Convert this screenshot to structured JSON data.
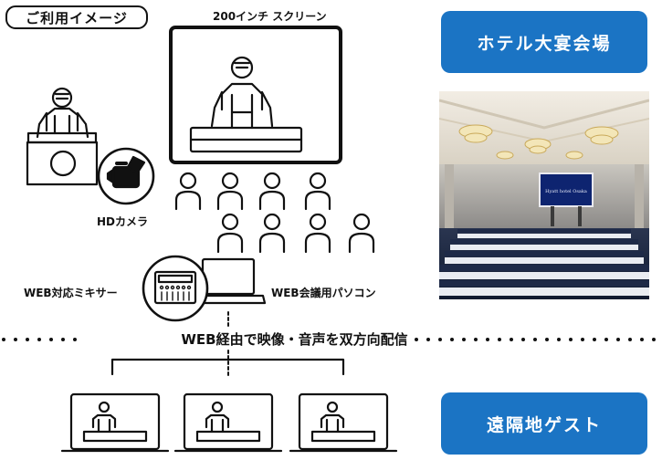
{
  "usage_label": "ご利用イメージ",
  "screen_label": "200インチ スクリーン",
  "camera_label": "HDカメラ",
  "mixer_label": "WEB対応ミキサー",
  "pc_label": "WEB会議用パソコン",
  "stream_label": "WEB経由で映像・音声を双方向配信",
  "venue_label": "ホテル大宴会場",
  "guest_label": "遠隔地ゲスト",
  "photo_screen_text": "Hyatt hotel Osaka",
  "colors": {
    "accent": "#1b74c4",
    "line": "#111111"
  }
}
